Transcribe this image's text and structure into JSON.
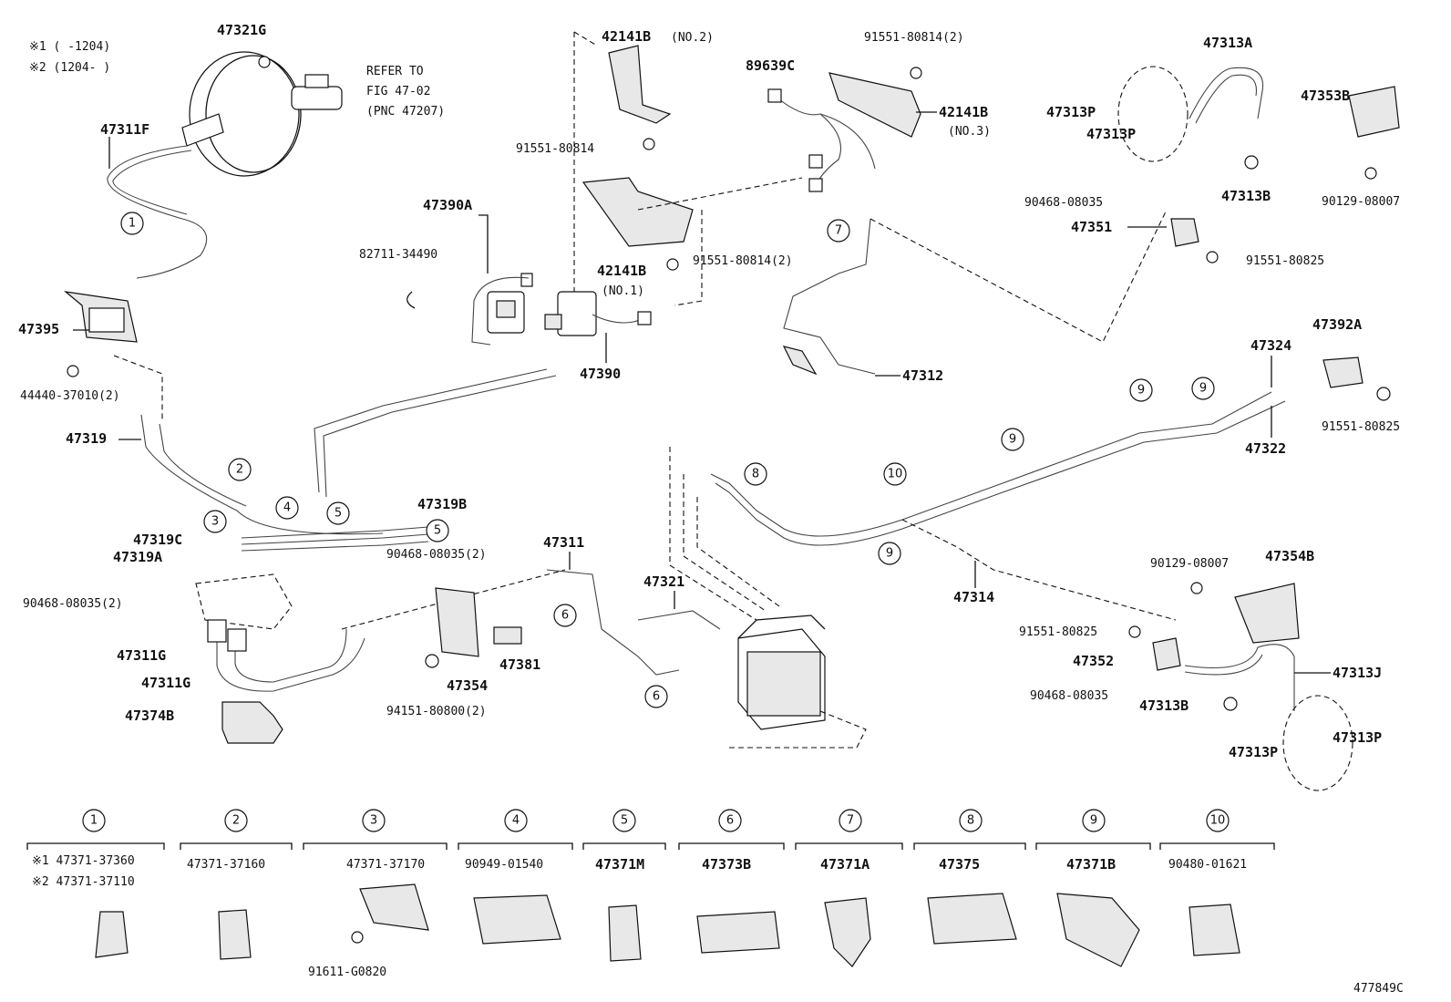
{
  "diagram_id": "477849C",
  "notes": {
    "note1": "※1 (     -1204)",
    "note2": "※2 (1204-     )",
    "refer": [
      "REFER TO",
      "FIG 47-02",
      "(PNC 47207)"
    ]
  },
  "parts": {
    "p47321G": "47321G",
    "p47311F": "47311F",
    "p47395": "47395",
    "p44440": "44440-37010(2)",
    "p47319": "47319",
    "p47319C": "47319C",
    "p47319A": "47319A",
    "p47319B": "47319B",
    "p90468_a": "90468-08035(2)",
    "p90468_b": "90468-08035(2)",
    "p47311G_1": "47311G",
    "p47311G_2": "47311G",
    "p47374B": "47374B",
    "p42141B_no2": "42141B",
    "no2": "(NO.2)",
    "p91551_80814_a": "91551-80814",
    "p47390A": "47390A",
    "p82711": "82711-34490",
    "p42141B_no1": "42141B",
    "no1": "(NO.1)",
    "p91551_80814_b": "91551-80814(2)",
    "p47390": "47390",
    "p47311": "47311",
    "p47354": "47354",
    "p47381": "47381",
    "p94151": "94151-80800(2)",
    "p47321": "47321",
    "p89639C": "89639C",
    "p91551_80814_c": "91551-80814(2)",
    "p42141B_no3": "42141B",
    "no3": "(NO.3)",
    "p47312": "47312",
    "p47314": "47314",
    "p47313A": "47313A",
    "p47313P_1": "47313P",
    "p47313P_2": "47313P",
    "p47353B": "47353B",
    "p90468_c": "90468-08035",
    "p47313B_1": "47313B",
    "p90129_a": "90129-08007",
    "p47351": "47351",
    "p91551_80825_a": "91551-80825",
    "p47392A": "47392A",
    "p47324": "47324",
    "p91551_80825_b": "91551-80825",
    "p47322": "47322",
    "p90129_b": "90129-08007",
    "p47354B": "47354B",
    "p91551_80825_c": "91551-80825",
    "p47352": "47352",
    "p47313J": "47313J",
    "p90468_d": "90468-08035",
    "p47313B_2": "47313B",
    "p47313P_3": "47313P",
    "p47313P_4": "47313P"
  },
  "callouts": [
    "1",
    "2",
    "3",
    "4",
    "5",
    "5",
    "6",
    "6",
    "7",
    "8",
    "9",
    "9",
    "9",
    "9",
    "10"
  ],
  "legend": [
    {
      "num": "1",
      "lines": [
        "※1 47371-37360",
        "※2 47371-37110"
      ]
    },
    {
      "num": "2",
      "lines": [
        "47371-37160"
      ]
    },
    {
      "num": "3",
      "lines": [
        "47371-37170"
      ],
      "sub": "91611-G0820"
    },
    {
      "num": "4",
      "lines": [
        "90949-01540"
      ]
    },
    {
      "num": "5",
      "lines": [
        "47371M"
      ]
    },
    {
      "num": "6",
      "lines": [
        "47373B"
      ]
    },
    {
      "num": "7",
      "lines": [
        "47371A"
      ]
    },
    {
      "num": "8",
      "lines": [
        "47375"
      ]
    },
    {
      "num": "9",
      "lines": [
        "47371B"
      ]
    },
    {
      "num": "10",
      "lines": [
        "90480-01621"
      ]
    }
  ]
}
